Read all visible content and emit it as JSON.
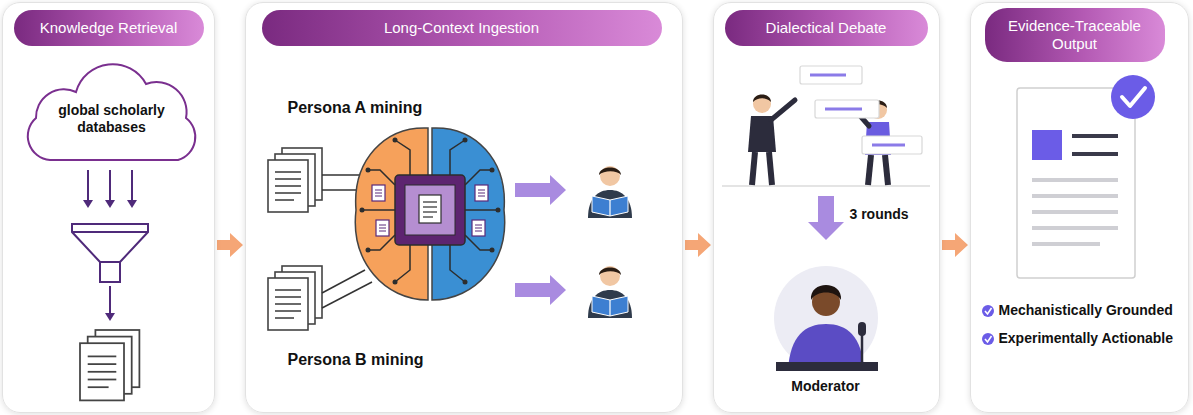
{
  "diagram": {
    "nodes": [
      {
        "text": [
          "Knowledge Retrieval"
        ]
      },
      {
        "text": [
          "global scholarly databases"
        ],
        "in": 0
      },
      {
        "text": [
          "Long-Context Ingestion",
          "Persona A mining",
          "Persona B mining"
        ]
      },
      {
        "text": [
          "Dialectical Debate",
          "3 rounds",
          "Moderator"
        ]
      },
      {
        "text": [
          "Evidence-Traceable Output",
          "Mechanistically Grounded",
          "Experimentally Actionable"
        ]
      }
    ],
    "edges": [
      {
        "from": 0,
        "to": 2,
        "arrow": "to"
      },
      {
        "from": 2,
        "to": 3,
        "arrow": "to"
      },
      {
        "from": 3,
        "to": 4,
        "arrow": "to"
      }
    ]
  }
}
